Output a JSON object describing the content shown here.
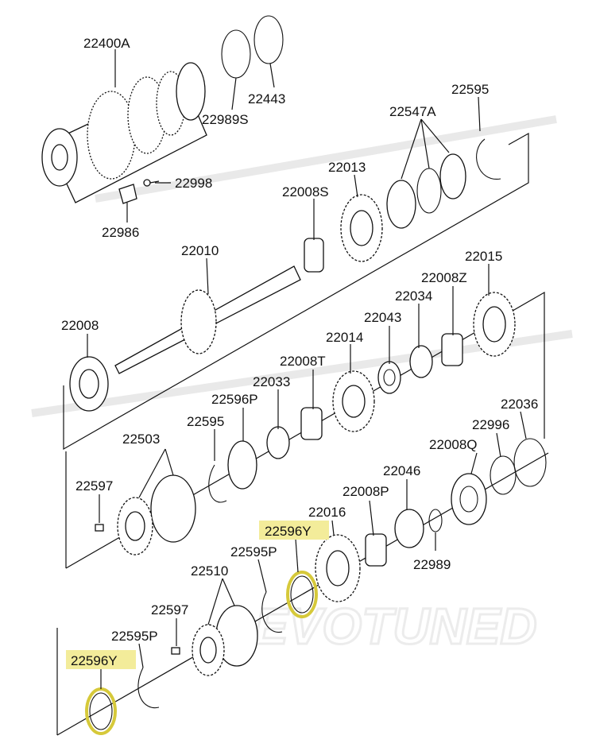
{
  "diagram": {
    "labels": {
      "l22400A": "22400A",
      "l22443": "22443",
      "l22989S": "22989S",
      "l22595a": "22595",
      "l22547A": "22547A",
      "l22998": "22998",
      "l22986": "22986",
      "l22013": "22013",
      "l22008S": "22008S",
      "l22010": "22010",
      "l22015": "22015",
      "l22008Z": "22008Z",
      "l22034": "22034",
      "l22043": "22043",
      "l22008": "22008",
      "l22014": "22014",
      "l22008T": "22008T",
      "l22033": "22033",
      "l22596P": "22596P",
      "l22595b": "22595",
      "l22503": "22503",
      "l22036": "22036",
      "l22996": "22996",
      "l22008Q": "22008Q",
      "l22597a": "22597",
      "l22046": "22046",
      "l22008P": "22008P",
      "l22016": "22016",
      "l22596Ya": "22596Y",
      "l22989": "22989",
      "l22595P": "22595P",
      "l22510": "22510",
      "l22597b": "22597",
      "l22595Pb": "22595P",
      "l22596Yb": "22596Y"
    },
    "highlight_color": "#f3ec9a",
    "watermark": "EVOTUNED"
  }
}
